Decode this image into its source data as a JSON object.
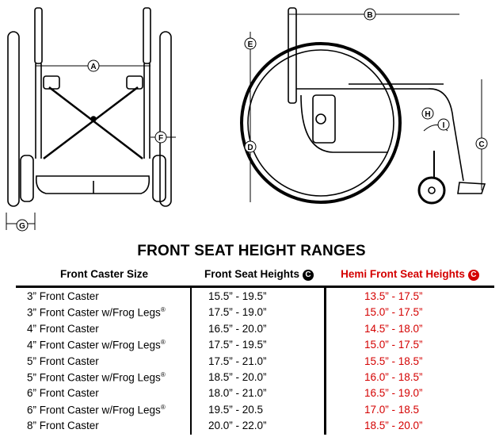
{
  "diagram": {
    "labels": {
      "a": "A",
      "b": "B",
      "c": "C",
      "d": "D",
      "e": "E",
      "f": "F",
      "g": "G",
      "h": "H",
      "i": "I"
    }
  },
  "table": {
    "title": "FRONT SEAT HEIGHT RANGES",
    "headers": {
      "col1": "Front Caster Size",
      "col2": "Front Seat Heights",
      "col2_badge": "C",
      "col3": "Hemi Front Seat Heights",
      "col3_badge": "C"
    },
    "rows": [
      {
        "size": "3” Front Caster",
        "reg": "",
        "front": "15.5” - 19.5”",
        "hemi": "13.5” - 17.5”"
      },
      {
        "size": "3” Front Caster w/Frog Legs",
        "reg": "®",
        "front": "17.5” - 19.0”",
        "hemi": "15.0” - 17.5”"
      },
      {
        "size": "4” Front Caster",
        "reg": "",
        "front": "16.5” - 20.0”",
        "hemi": "14.5” - 18.0”"
      },
      {
        "size": "4” Front Caster w/Frog Legs",
        "reg": "®",
        "front": "17.5” - 19.5”",
        "hemi": "15.0” - 17.5”"
      },
      {
        "size": "5” Front Caster",
        "reg": "",
        "front": "17.5” - 21.0”",
        "hemi": "15.5” - 18.5”"
      },
      {
        "size": "5” Front Caster w/Frog Legs",
        "reg": "®",
        "front": "18.5” - 20.0”",
        "hemi": "16.0” - 18.5”"
      },
      {
        "size": "6” Front Caster",
        "reg": "",
        "front": "18.0” - 21.0”",
        "hemi": "16.5” - 19.0”"
      },
      {
        "size": "6” Front Caster w/Frog Legs",
        "reg": "®",
        "front": "19.5” - 20.5",
        "hemi": "17.0” - 18.5"
      },
      {
        "size": "8” Front Caster",
        "reg": "",
        "front": "20.0” - 22.0”",
        "hemi": "18.5” - 20.0”"
      }
    ]
  },
  "colors": {
    "accent": "#d40000",
    "text": "#000000"
  }
}
